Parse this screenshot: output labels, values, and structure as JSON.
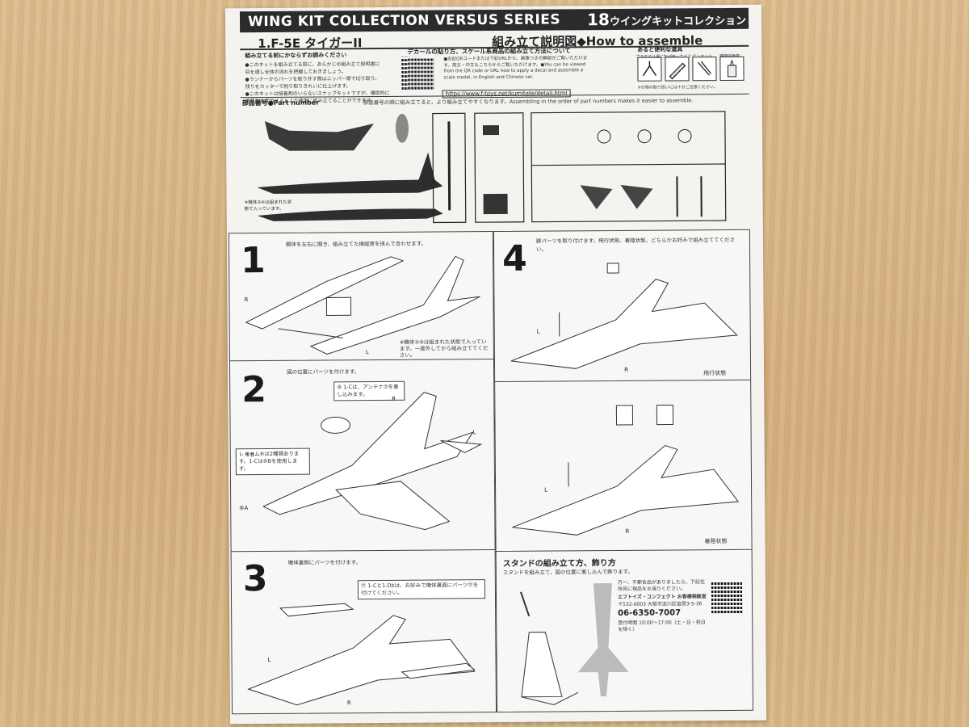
{
  "header": {
    "series_title": "WING KIT COLLECTION VERSUS SERIES",
    "series_number": "18",
    "series_title_jp": "ウイングキットコレクション",
    "model_name": "1.F-5E タイガーII",
    "assemble_title": "組み立て説明図◆How to assemble"
  },
  "notice": {
    "heading": "組み立てる前にかならずお読みください",
    "items": [
      "●このキットを組み立てる前に、あらかじめ組み立て説明書に",
      "目を通し全体の流れを把握しておきましょう。",
      "●ランナーからパーツを取り外す際はニッパー等で切り取り、",
      "残りをカッターで削り取りきれいに仕上げます。",
      "●このキットは接着剤のいらないスナップキットですが、補助的に",
      "接着剤を使用するとより確実に組み立てることができます。"
    ]
  },
  "decal": {
    "heading": "デカールの貼り方、スケール系商品の組み立て方法について",
    "text": "●左記QRコードまたは下記URLから、画像つきの解説がご覧いただけます。英文・中文もこちらからご覧いただけます。●You can be viewed from the QR code or URL how to apply a decal and assemble a scale model, in English and Chinese ver.",
    "url": "https://www.f-toys.net/kumitate/detail.html"
  },
  "tools": {
    "heading": "あると便利な道具",
    "labels": [
      "プラモデル用ニッパー",
      "カッターナイフ",
      "ピンセット",
      "瞬間接着剤"
    ],
    "note": "※刃物の取り扱いには十分ご注意ください。"
  },
  "parts": {
    "heading": "部品番号●Part number",
    "note": "部品番号の順に組み立てると、より組み立てやすくなります。Assembling in the order of part numbers makes it easier to assemble.",
    "body_note": "※機体③④は組まれた状態で入っています。"
  },
  "steps": [
    {
      "number": "1",
      "text": "胴体を左右に開き、組み立てた操縦席を挟んで合わせます。",
      "note": "※機体③④は組まれた状態で入っています。一度外してから組み立ててください。"
    },
    {
      "number": "2",
      "text": "図の位置にパーツを付けます。",
      "note1": "⑩ 1-Cは、アンテナ⑦を差し込みます。",
      "note2": "レドーム⑥は2種類あります。1-Cは⑥Bを使用します。",
      "tag_a": "⑥A",
      "tag_b": "⑥B"
    },
    {
      "number": "3",
      "text": "機体裏側にパーツを付けます。",
      "note": "⑪ 1-Cと1-Dbは、お好みで機体裏面にパーツ⑪を付けてください。"
    },
    {
      "number": "4",
      "text": "脚パーツを取り付けます。飛行状態、着陸状態、どちらかお好みで組み立ててください。",
      "state_flight": "飛行状態",
      "state_landing": "着陸状態"
    }
  ],
  "stand": {
    "heading": "スタンドの組み立て方、飾り方",
    "text": "スタンドを組み立て、図の位置に差し込んで飾ります。"
  },
  "contact": {
    "text": "万一、不都合品がありましたら、下記住所宛に現品をお送りください。",
    "company": "エフトイズ・コンフェクト お客様相談室",
    "address": "〒532-0003 大阪市淀川区宮原3-5-36",
    "phone": "06-6350-7007",
    "hours": "受付時間 10:00〜17:00（土・日・祝日を除く）"
  },
  "labels": {
    "left": "L",
    "right": "R"
  }
}
